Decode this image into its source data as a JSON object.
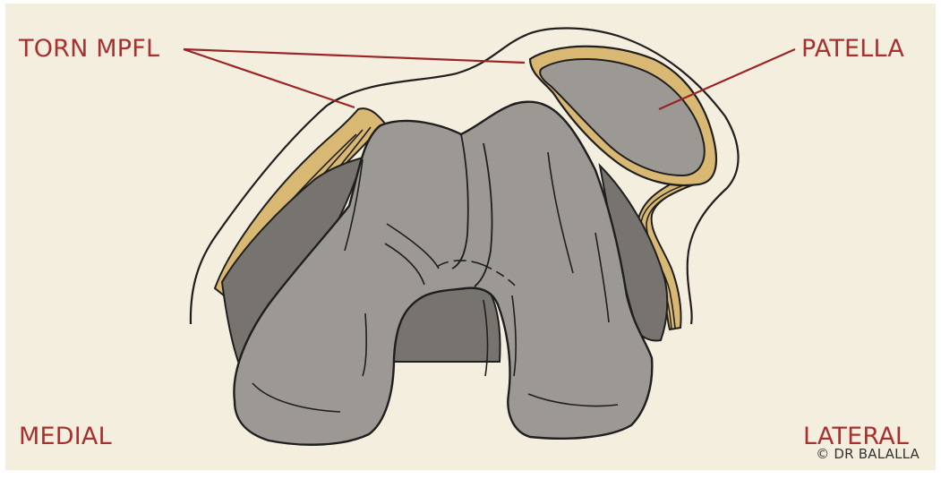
{
  "labels": {
    "torn_mpfl": "TORN MPFL",
    "patella": "PATELLA",
    "medial": "MEDIAL",
    "lateral": "LATERAL"
  },
  "credit": "© DR BALALLA",
  "colors": {
    "background": "#f4eedf",
    "label_text": "#a8312f",
    "leader_line": "#9a2525",
    "bone_fill": "#9c9893",
    "bone_shadow": "#77746f",
    "ligament_fill": "#d8b872",
    "outline": "#1f1f1f"
  }
}
